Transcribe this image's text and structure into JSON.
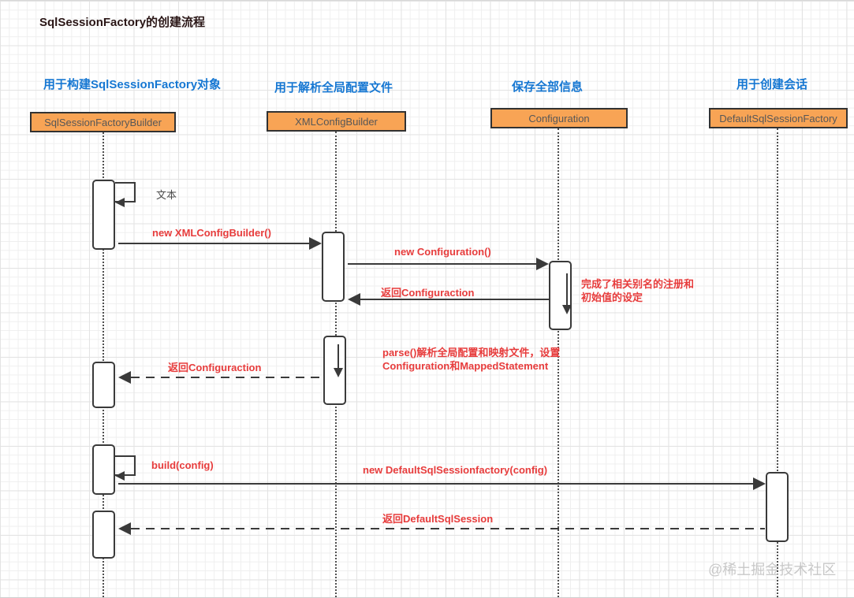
{
  "title": "SqlSessionFactory的创建流程",
  "watermark": "@稀土掘金技术社区",
  "lifelines": [
    {
      "role_label": "用于构建SqlSessionFactory对象",
      "object_name": "SqlSessionFactoryBuilder"
    },
    {
      "role_label": "用于解析全局配置文件",
      "object_name": "XMLConfigBuilder"
    },
    {
      "role_label": "保存全部信息",
      "object_name": "Configuration"
    },
    {
      "role_label": "用于创建会话",
      "object_name": "DefaultSqlSessionFactory"
    }
  ],
  "messages": {
    "self_message_text": "文本",
    "new_xmlconfigbuilder": "new XMLConfigBuilder()",
    "new_configuration": "new Configuration()",
    "return_configuraction": "返回Configuraction",
    "config_note_line1": "完成了相关别名的注册和",
    "config_note_line2": "初始值的设定",
    "parse_note_line1": "parse()解析全局配置和映射文件，设置",
    "parse_note_line2": "Configuration和MappedStatement",
    "return_configuraction_dashed": "返回Configuraction",
    "build_config": "build(config)",
    "new_defaultsqlsessionfactory": "new DefaultSqlSessionfactory(config)",
    "return_defaultsqlsession": "返回DefaultSqlSession"
  },
  "colors": {
    "message_red": "#e73c3c",
    "role_label_blue": "#1677d2",
    "object_box_orange": "#f8a455",
    "line_dark": "#3a3a3a",
    "watermark_gray": "#c8c8c8"
  }
}
